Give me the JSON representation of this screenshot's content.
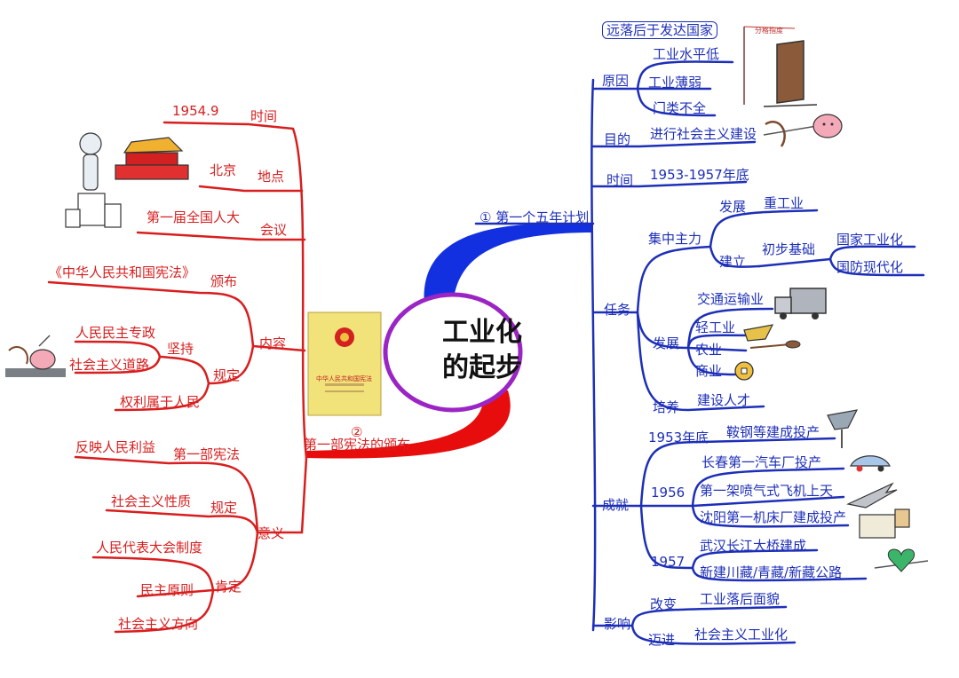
{
  "center": {
    "line1": "工业化",
    "line2": "的起步"
  },
  "plan": {
    "title": "① 第一个五年计划",
    "reason": {
      "label": "原因",
      "boxed": "远落后于发达国家",
      "items": [
        "工业水平低",
        "工业薄弱",
        "门类不全"
      ],
      "sketch_note": "分格指度"
    },
    "purpose": {
      "label": "目的",
      "value": "进行社会主义建设"
    },
    "time": {
      "label": "时间",
      "value": "1953-1957年底"
    },
    "tasks": {
      "label": "任务",
      "focus": {
        "label": "集中主力",
        "develop_label": "发展",
        "develop_value": "重工业",
        "build_label": "建立",
        "foundation_label": "初步基础",
        "foundation_items": [
          "国家工业化",
          "国防现代化"
        ]
      },
      "develop": {
        "label": "发展",
        "items": [
          "交通运输业",
          "轻工业",
          "农业",
          "商业"
        ]
      },
      "cultivate": {
        "label": "培养",
        "value": "建设人才"
      }
    },
    "achievements": {
      "label": "成就",
      "y1953": {
        "label": "1953年底",
        "value": "鞍钢等建成投产"
      },
      "y1956": {
        "label": "1956",
        "items": [
          "长春第一汽车厂投产",
          "第一架喷气式飞机上天",
          "沈阳第一机床厂建成投产"
        ]
      },
      "y1957": {
        "label": "1957",
        "items": [
          "武汉长江大桥建成",
          "新建川藏/青藏/新藏公路"
        ]
      }
    },
    "impact": {
      "label": "影响",
      "change_label": "改变",
      "change_value": "工业落后面貌",
      "advance_label": "迈进",
      "advance_value": "社会主义工业化"
    }
  },
  "constitution": {
    "title": "第一部宪法的颁布",
    "number": "②",
    "time": {
      "label": "时间",
      "value": "1954.9"
    },
    "place": {
      "label": "地点",
      "value": "北京"
    },
    "meeting": {
      "label": "会议",
      "value": "第一届全国人大"
    },
    "content": {
      "label": "内容",
      "promulgate_label": "颁布",
      "promulgate_value": "《中华人民共和国宪法》",
      "rule_label": "规定",
      "adhere_label": "坚持",
      "adhere_items": [
        "人民民主专政",
        "社会主义道路"
      ],
      "rights": "权利属于人民"
    },
    "significance": {
      "label": "意义",
      "first_label": "第一部宪法",
      "first_value": "反映人民利益",
      "rule_label": "规定",
      "rule_value": "社会主义性质",
      "affirm_label": "肯定",
      "affirm_items": [
        "人民代表大会制度",
        "民主原则",
        "社会主义方向"
      ]
    },
    "book_text": "中华人民共和国宪法"
  },
  "colors": {
    "red": "#d81e1e",
    "blue": "#1d2fb8",
    "purple": "#9b25c4"
  }
}
